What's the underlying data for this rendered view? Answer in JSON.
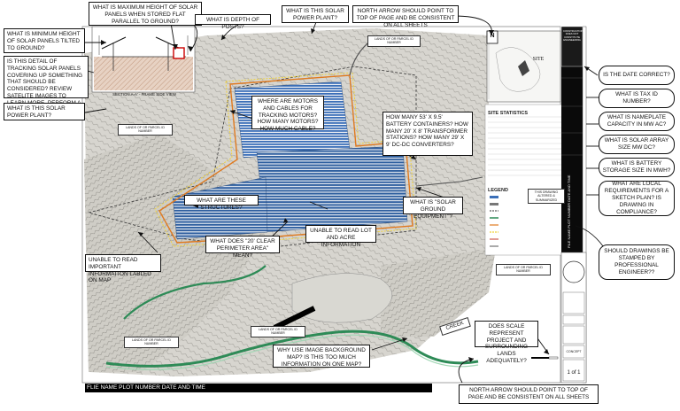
{
  "callouts": {
    "max_height": "WHAT IS MAXIMUM HEIGHT OF SOLAR PANELS WHEN STORED FLAT PARALLEL TO GROUND?",
    "depth_posts": "WHAT IS DEPTH OF POSTS?",
    "this_plant_top": "WHAT IS THIS SOLAR POWER PLANT?",
    "north_arrow_top": "NORTH ARROW SHOULD POINT TO TOP OF PAGE AND BE CONSISTENT ON ALL SHEETS",
    "min_height": "WHAT IS MINIMUM HEIGHT OF SOLAR PANELS TILTED TO GROUND?",
    "tracking_detail": "IS THIS DETAIL OF TRACKING SOLAR PANELS COVERING UP SOMETHING THAT SHOULD BE CONSIDERED? REVIEW SATELITE IMAGES TO LEARN MORE. PERFORM A SITE VISIT.",
    "this_plant_left": "WHAT IS THIS SOLAR POWER PLANT?",
    "date_correct": "IS THE DATE CORRECT?",
    "tax_id": "WHAT IS TAX ID NUMBER?",
    "nameplate": "WHAT IS NAMEPLATE CAPACITY IN MW AC?",
    "array_size": "WHAT IS SOLAR ARRAY SIZE MW DC?",
    "battery_size": "WHAT IS BATTERY STORAGE SIZE IN MWH?",
    "local_req": "WHAT ARE LOCAL REQUIREMENTS FOR A SKETCH PLAN? IS DRAWING IN COMPLIANCE?",
    "motors": "WHERE ARE MOTORS AND CABLES FOR TRACKING MOTORS? HOW MANY MOTORS? HOW MUCH CABLE?",
    "battery_containers": "HOW MANY 53' X 9.5' BATTERY CONTAINERS? HOW MANY 20' X 8' TRANSFORMER STATIONS? HOW MANY 29' X 9' DC-DC CONVERTERS?",
    "ground_equipment": "WHAT IS \"SOLAR GROUND EQUIPMENT\"?",
    "structures": "WHAT ARE THESE STRUCTURES?",
    "lot_acre": "UNABLE TO READ LOT AND ACRE INFORMATION",
    "clear_perimeter": "WHAT DOES \"20' CLEAR PERIMETER AREA\" MEAN?",
    "unable_important": "UNABLE TO READ IMPORTANT INFORMAITON LABLED ON MAP",
    "stamped": "SHOULD DRAWINGS BE STAMPED BY PROFESSIONAL ENGINEER??",
    "scale": "DOES SCALE REPRESENT PROJECT AND SURROUNDING LANDS ADEQUATELY?",
    "background_map": "WHY USE IMAGE BACKGROUND MAP? IS THIS TOO MUCH INFORMATION ON ONE MAP?",
    "north_arrow_bottom": "NORTH ARROW SHOULD POINT TO TOP OF PAGE AND BE CONSISTENT ON ALL SHEETS"
  },
  "map": {
    "section_label": "SECTION A-A' - FRAME SIDE VIEW",
    "lands_1": "LANDS OF OR PARCEL ID NUMBER",
    "lands_2": "LANDS OF OR PARCEL ID NUMBER",
    "lands_3": "LANDS OF OR PARCEL ID NUMBER",
    "lands_4": "LANDS OF OR PARCEL ID NUMBER",
    "lands_5": "LANDS OF OR PARCEL ID NUMBER",
    "creek": "CREEK",
    "site": "SITE",
    "north_letter": "N",
    "site_stats_title": "SITE STATISTICS",
    "legend_title": "LEGEND",
    "legend_box": "THIS DRAWING ALTERED & SUMMARIZED",
    "sheet": "1 of 1",
    "footer": "FLIE NAME PLOT NUMBER DATE AND TIME",
    "titleblock_vertical": "FILE NAME PLOT NUMBER DATE AND TIME",
    "titleblock_top": "CONSTRUCTION DOES NOT CONSTITUTE ENGINEERING",
    "concept": "CONCEPT"
  },
  "colors": {
    "panel": "#3b6fb8",
    "titleblock": "#0a0a0a",
    "fence": "#e07a1f"
  }
}
